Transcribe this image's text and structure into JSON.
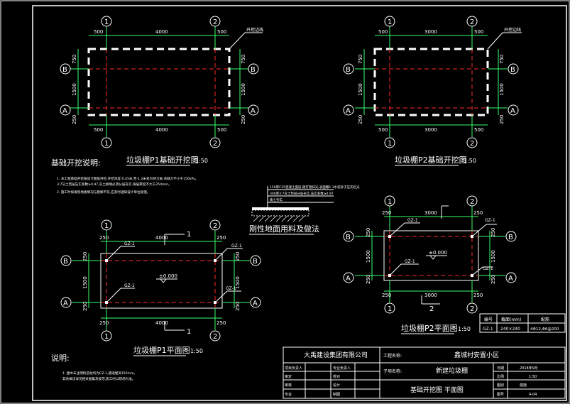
{
  "colors": {
    "background": "#000000",
    "dimension": "#39ff6a",
    "outline": "#ffffff",
    "axis": "#ff2a2a",
    "text": "#ffffff"
  },
  "plan1": {
    "title": "垃圾棚P1基础开挖图",
    "scale": "1:50",
    "top_dims": [
      "500",
      "4000",
      "500"
    ],
    "bottom_dims": [
      "500",
      "4000",
      "500"
    ],
    "left_dims": [
      "750",
      "1500",
      "250"
    ],
    "right_dims": [
      "750",
      "1500",
      "250"
    ],
    "axes_v": [
      "1",
      "2"
    ],
    "axes_h": [
      "B",
      "A"
    ],
    "leader": "开挖边线"
  },
  "plan2": {
    "title": "垃圾棚P2基础开挖图",
    "scale": "1:50",
    "top_dims": [
      "500",
      "3000",
      "500"
    ],
    "bottom_dims": [
      "500",
      "3000",
      "500"
    ],
    "left_dims": [
      "750",
      "1500",
      "250"
    ],
    "right_dims": [
      "750",
      "1500",
      "250"
    ],
    "axes_v": [
      "1",
      "2"
    ],
    "axes_h": [
      "B",
      "A"
    ],
    "leader": "开挖边线"
  },
  "plan3": {
    "title": "垃圾棚P1平面图",
    "scale": "1:50",
    "top_dims": [
      "250",
      "4000",
      "250"
    ],
    "bottom_dims": [
      "250",
      "4000",
      "250"
    ],
    "left_dims": [
      "250",
      "1500",
      "250"
    ],
    "right_dims": [
      "250",
      "1500",
      "250"
    ],
    "axes_v": [
      "1",
      "2"
    ],
    "axes_h": [
      "B",
      "A"
    ],
    "column": "GZ-1",
    "elevation": "±0.000",
    "section": "1"
  },
  "plan4": {
    "title": "垃圾棚P2平面图",
    "scale": "1:50",
    "top_dims": [
      "250",
      "3000",
      "250"
    ],
    "bottom_dims": [
      "250",
      "3000",
      "250"
    ],
    "left_dims": [
      "250",
      "1500",
      "250"
    ],
    "right_dims": [
      "250",
      "1500",
      "250"
    ],
    "axes_v": [
      "1",
      "2"
    ],
    "axes_h": [
      "B",
      "A"
    ],
    "column": "GZ-1",
    "elevation": "±0.000",
    "section": "2"
  },
  "notes1": {
    "heading": "基础开挖说明:",
    "lines": [
      "1. 本工程基础开挖按设计图纸开挖,开挖深度-0.45米,至-1.2米处为持力层,承载力不小于150kPa。",
      "   3:7灰土垫层压实系数≥0.97,灰土换填必须分层夯实,每层厚度不大于250mm。",
      "2. 施工时如发现地质情况与勘察不符,应及时通知设计单位处理。"
    ]
  },
  "floor": {
    "title": "刚性地面用料及做法",
    "layers": [
      "150厚C25混凝土面层,随打随抹光,表面撒1:1水泥砂子压实赶光",
      "300厚3:7灰土垫层分层夯实,压实系数≥0.97",
      "素土夯实"
    ]
  },
  "notes2": {
    "heading": "说明:",
    "lines": [
      "1. 图中未注明构造柱均为GZ-1,基础埋深150mm。",
      "   其余做法详见相关图集及规范,施工时以现场为准。"
    ]
  },
  "column_table": {
    "headers": [
      "编号",
      "截面(mm)",
      "配筋"
    ],
    "row": [
      "GZ-1",
      "240×240",
      "4Φ12,Φ6@200"
    ]
  },
  "titleblock": {
    "company": "大禹建设集团有限公司",
    "project_label": "工程名称:",
    "project": "鑫城村安置小区",
    "subitem_label": "子项名称:",
    "subitem": "新建垃圾棚",
    "drawing": "基础开挖图  平面图",
    "left_rows": [
      [
        "项目负责人",
        "",
        "专业负责人",
        ""
      ],
      [
        "审定",
        "",
        "校对",
        ""
      ],
      [
        "审核",
        "",
        "设计",
        ""
      ],
      [
        "专业",
        "",
        "制图",
        ""
      ]
    ],
    "right_rows": [
      [
        "日期",
        "2018年9月"
      ],
      [
        "比例",
        "1:50"
      ],
      [
        "图别",
        "建施"
      ],
      [
        "图号",
        "4-04"
      ]
    ]
  }
}
